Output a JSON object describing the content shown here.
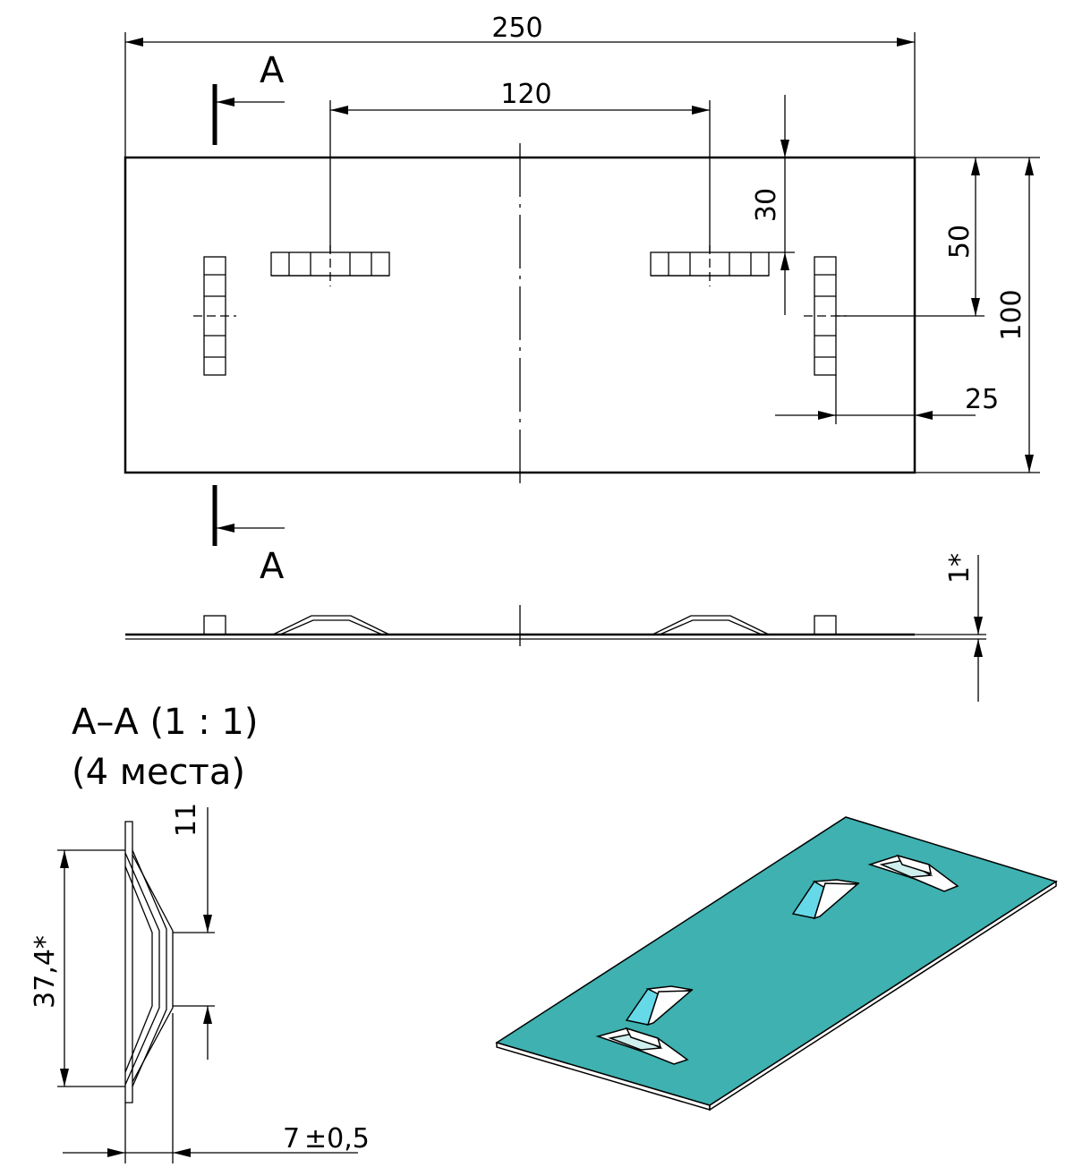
{
  "dimensions": {
    "width_total": "250",
    "spacing_top": "120",
    "tab_offset": "30",
    "center_offset": "50",
    "height_total": "100",
    "side_offset": "25",
    "thickness": "1*",
    "section_height": "37,4*",
    "section_depth": "11",
    "section_width": "7",
    "section_tolerance": "±0,5"
  },
  "section": {
    "mark_top": "A",
    "mark_bottom": "A",
    "title_line1": "A–A (1 : 1)",
    "title_line2": "(4 места)"
  },
  "colors": {
    "plate_3d": "#3eb1b0",
    "tab_highlight": "#66d9e8",
    "line": "#000000"
  }
}
